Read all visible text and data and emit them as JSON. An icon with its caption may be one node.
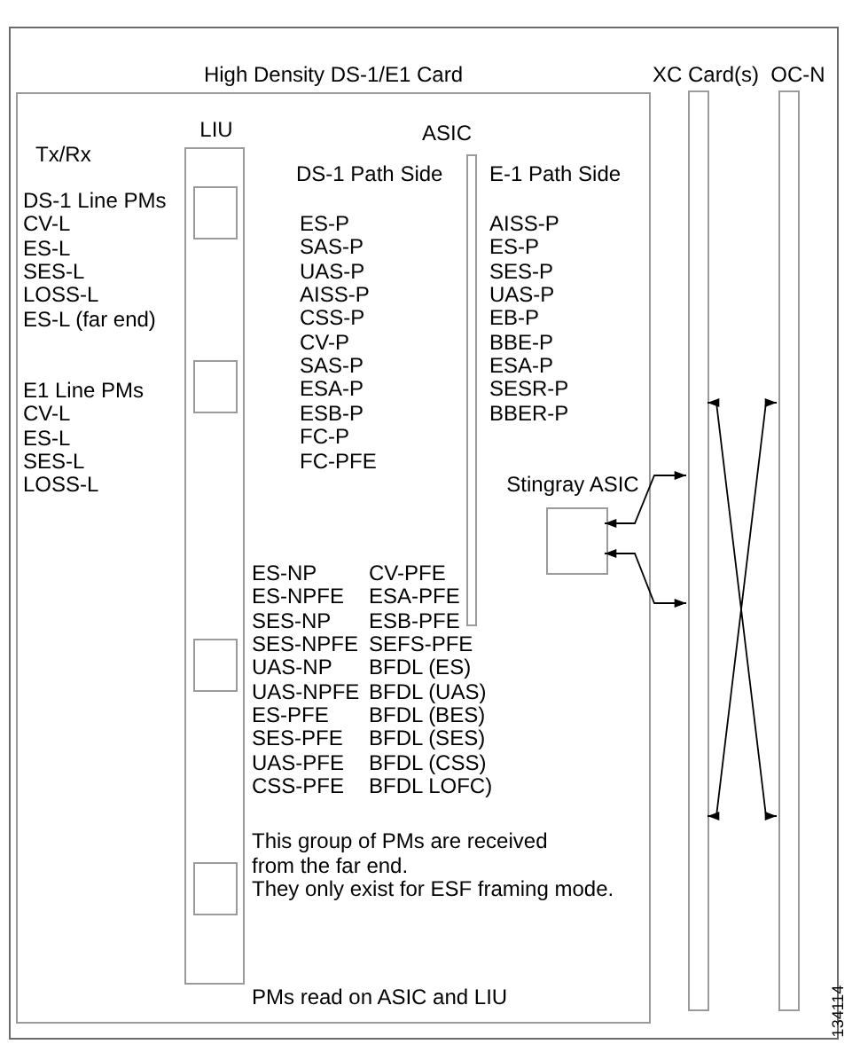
{
  "diagram": {
    "nodes": [
      {
        "text": [],
        "shape": "box"
      },
      {
        "text": [
          "High Density DS-1/E1 Card"
        ],
        "in": 0
      },
      {
        "text": [
          "LIU"
        ],
        "in": 1
      },
      {
        "text": [],
        "shape": "box",
        "in": 2
      },
      {
        "text": [],
        "shape": "box",
        "in": 2
      },
      {
        "text": [],
        "shape": "box",
        "in": 2
      },
      {
        "text": [],
        "shape": "box",
        "in": 2
      },
      {
        "text": [
          "Stingray ASIC"
        ],
        "in": 1
      },
      {
        "text": [
          "XC Card(s)"
        ],
        "in": 0
      },
      {
        "text": [
          "OC-N"
        ],
        "in": 0
      }
    ],
    "edges": [
      {
        "from": 7,
        "to": 8,
        "arrow": "both"
      },
      {
        "from": 7,
        "to": 8,
        "arrow": "both"
      },
      {
        "from": 8,
        "to": 9,
        "arrow": "both"
      },
      {
        "from": 8,
        "to": 9,
        "arrow": "both"
      }
    ],
    "labels": [
      "Tx/Rx",
      "ASIC",
      "DS-1 Path Side",
      "E-1 Path Side",
      "DS-1 Line PMs",
      "CV-L",
      "ES-L",
      "SES-L",
      "LOSS-L",
      "ES-L (far end)",
      "E1 Line PMs",
      "CV-L",
      "ES-L",
      "SES-L",
      "LOSS-L",
      "ES-P",
      "SAS-P",
      "UAS-P",
      "AISS-P",
      "CSS-P",
      "CV-P",
      "SAS-P",
      "ESA-P",
      "ESB-P",
      "FC-P",
      "FC-PFE",
      "AISS-P",
      "ES-P",
      "SES-P",
      "UAS-P",
      "EB-P",
      "BBE-P",
      "ESA-P",
      "SESR-P",
      "BBER-P",
      "ES-NP",
      "CV-PFE",
      "ES-NPFE",
      "ESA-PFE",
      "SES-NP",
      "ESB-PFE",
      "SES-NPFE",
      "SEFS-PFE",
      "UAS-NP",
      "BFDL (ES)",
      "UAS-NPFE",
      "BFDL (UAS)",
      "ES-PFE",
      "BFDL (BES)",
      "SES-PFE",
      "BFDL (SES)",
      "UAS-PFE",
      "BFDL (CSS)",
      "CSS-PFE",
      "BFDL LOFC)",
      "This group of PMs are received from the far end.",
      "They only exist for ESF framing mode.",
      "PMs read on ASIC and LIU",
      "134114"
    ]
  }
}
